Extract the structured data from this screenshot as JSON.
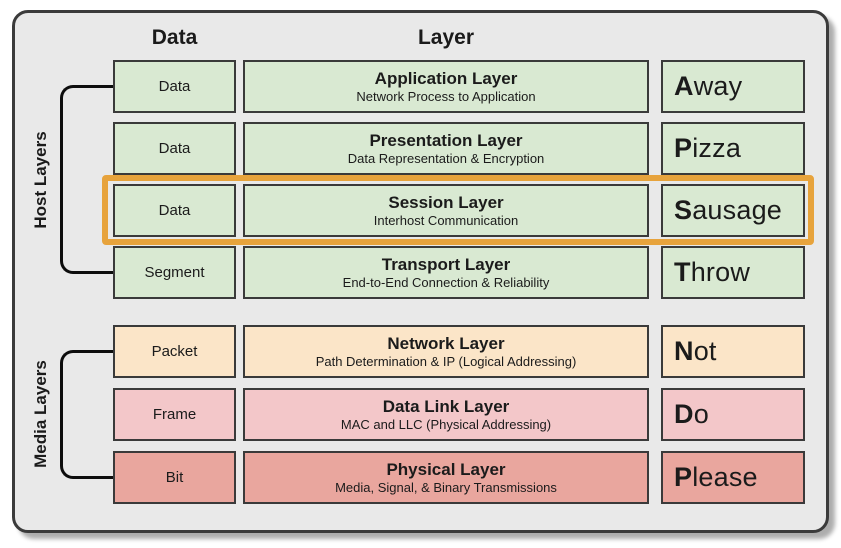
{
  "header": {
    "data_column": "Data",
    "layer_column": "Layer"
  },
  "groups": {
    "host": {
      "label": "Host Layers"
    },
    "media": {
      "label": "Media Layers"
    }
  },
  "rows": [
    {
      "pdu": "Data",
      "name": "Application Layer",
      "desc": "Network Process to Application",
      "mnemonic_initial": "A",
      "mnemonic_rest": "way",
      "color": "green",
      "highlighted": false
    },
    {
      "pdu": "Data",
      "name": "Presentation Layer",
      "desc": "Data Representation & Encryption",
      "mnemonic_initial": "P",
      "mnemonic_rest": "izza",
      "color": "green",
      "highlighted": false
    },
    {
      "pdu": "Data",
      "name": "Session Layer",
      "desc": "Interhost Communication",
      "mnemonic_initial": "S",
      "mnemonic_rest": "ausage",
      "color": "green",
      "highlighted": true
    },
    {
      "pdu": "Segment",
      "name": "Transport Layer",
      "desc": "End-to-End Connection & Reliability",
      "mnemonic_initial": "T",
      "mnemonic_rest": "hrow",
      "color": "green",
      "highlighted": false
    },
    {
      "pdu": "Packet",
      "name": "Network Layer",
      "desc": "Path Determination & IP (Logical Addressing)",
      "mnemonic_initial": "N",
      "mnemonic_rest": "ot",
      "color": "peach",
      "highlighted": false
    },
    {
      "pdu": "Frame",
      "name": "Data Link Layer",
      "desc": "MAC and LLC (Physical Addressing)",
      "mnemonic_initial": "D",
      "mnemonic_rest": "o",
      "color": "pink",
      "highlighted": false
    },
    {
      "pdu": "Bit",
      "name": "Physical Layer",
      "desc": "Media, Signal, & Binary Transmissions",
      "mnemonic_initial": "P",
      "mnemonic_rest": "lease",
      "color": "salmon",
      "highlighted": false
    }
  ],
  "colors": {
    "green": "#d9e9d2",
    "peach": "#fbe5c8",
    "pink": "#f3c7c9",
    "salmon": "#e9a69e",
    "highlight_border": "#e7a33c",
    "panel_background": "#e9e9e9",
    "cell_border": "#3a3a3a"
  }
}
